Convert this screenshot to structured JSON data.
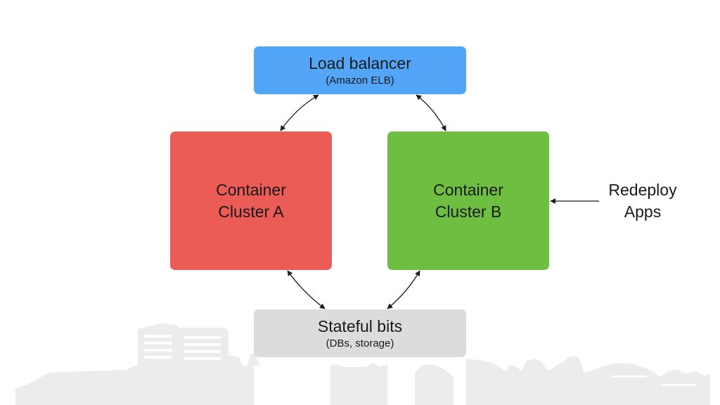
{
  "load_balancer": {
    "title": "Load balancer",
    "subtitle": "(Amazon ELB)"
  },
  "cluster_a": {
    "line1": "Container",
    "line2": "Cluster A"
  },
  "cluster_b": {
    "line1": "Container",
    "line2": "Cluster B"
  },
  "stateful": {
    "title": "Stateful bits",
    "subtitle": "(DBs, storage)"
  },
  "redeploy": {
    "line1": "Redeploy",
    "line2": "Apps"
  },
  "colors": {
    "load_balancer": "#52a5f7",
    "cluster_a": "#eb5c56",
    "cluster_b": "#6ebf41",
    "stateful": "#dcdcdc",
    "skyline": "#ececec",
    "arrow": "#1a1a1a"
  }
}
